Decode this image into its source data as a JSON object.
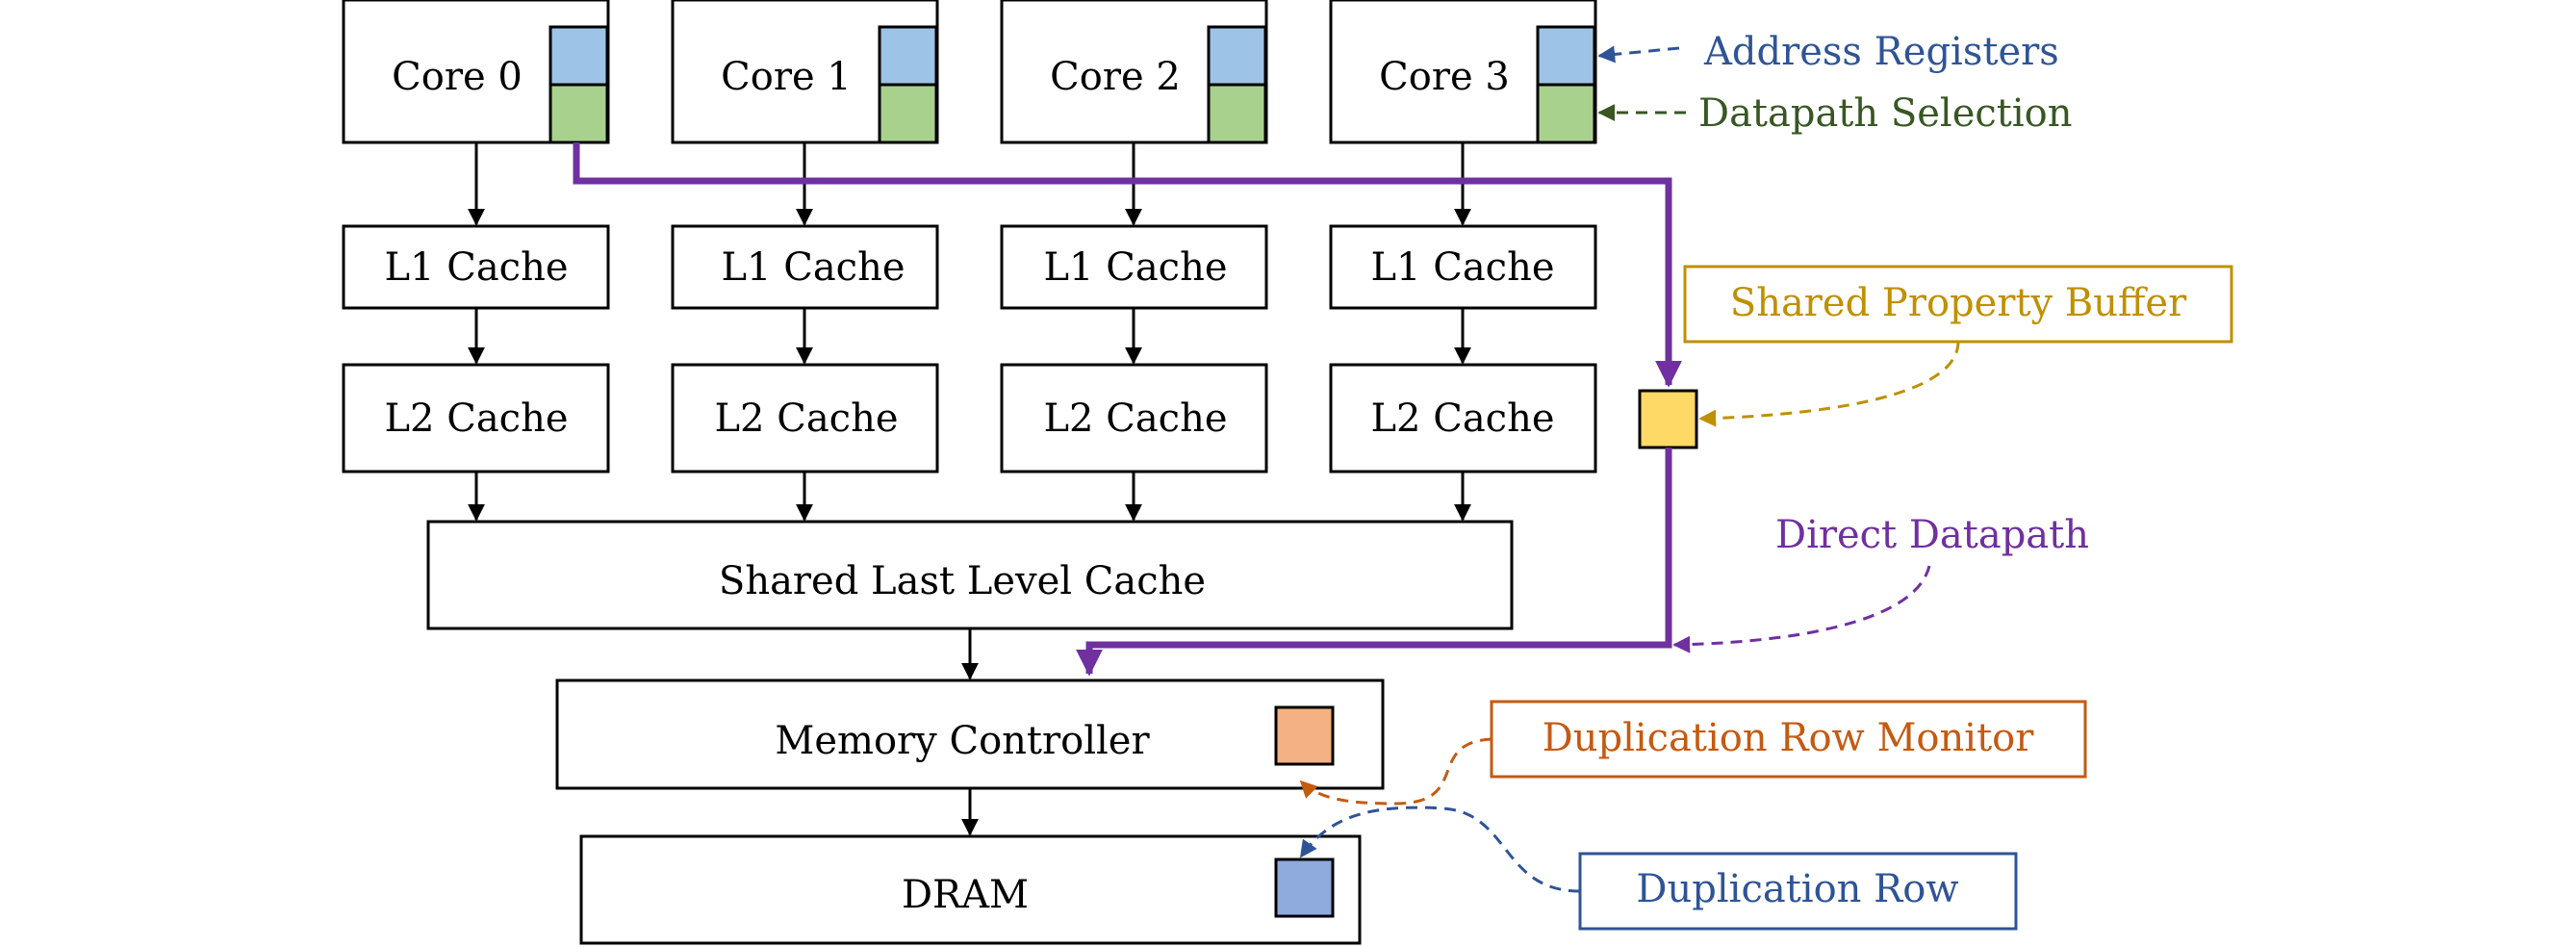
{
  "cores": [
    "Core 0",
    "Core 1",
    "Core 2",
    "Core 3"
  ],
  "l1_label": "L1 Cache",
  "l2_label": "L2 Cache",
  "shared_llc": "Shared Last Level Cache",
  "memory_controller": "Memory Controller",
  "dram": "DRAM",
  "annotations": {
    "address_registers": "Address Registers",
    "datapath_selection": "Datapath Selection",
    "shared_property_buffer": "Shared Property Buffer",
    "direct_datapath": "Direct Datapath",
    "duplication_row_monitor": "Duplication Row Monitor",
    "duplication_row": "Duplication Row"
  },
  "colors": {
    "address_registers": "#9dc3e6",
    "datapath_selection": "#a9d18e",
    "shared_property_buffer": "#ffd966",
    "direct_datapath": "#7030a0",
    "duplication_row_monitor": "#f4b183",
    "duplication_row": "#8faadc",
    "address_text": "#2f5496",
    "datapath_text": "#385723",
    "buffer_text": "#bf9000",
    "monitor_text": "#c55a11",
    "row_text": "#2f5496"
  }
}
